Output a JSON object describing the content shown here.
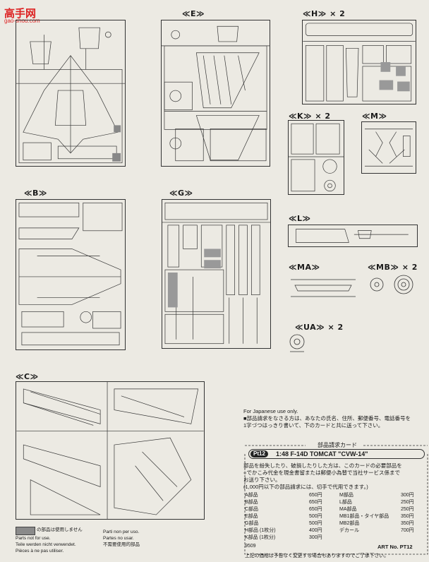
{
  "watermark": {
    "logo_text": "高手网",
    "url": "gao-shou.com"
  },
  "labels": {
    "E": "≪E≫",
    "H": "≪H≫ × 2",
    "K": "≪K≫ × 2",
    "M": "≪M≫",
    "B": "≪B≫",
    "G": "≪G≫",
    "L": "≪L≫",
    "MA": "≪MA≫",
    "MB": "≪MB≫ × 2",
    "UA": "≪UA≫ × 2",
    "C": "≪C≫"
  },
  "japanese_note": {
    "header": "For Japanese use only.",
    "line1": "■部品請求をなさる方は、あなたの氏名、住所、郵便番号、電話番号を",
    "line2": "1字づつはっきり書いて、下のカードと共に送って下さい。"
  },
  "order_card": {
    "heading": "部品請求カード",
    "badge": "Pt12",
    "title": "1:48 F-14D TOMCAT \"CVW-14\"",
    "body1": "部品を紛失したり、破損したりした方は、このカードの必要部品を",
    "body2": "○でかこみ代金を現金書留または郵便小為替で当社サービス係まで",
    "body3": "お送り下さい。",
    "body4": "(1,000円以下の部品請求には、切手で代用できます。)",
    "left_prices": [
      {
        "part": "A部品",
        "price": "650円"
      },
      {
        "part": "B部品",
        "price": "650円"
      },
      {
        "part": "C部品",
        "price": "650円"
      },
      {
        "part": "E部品",
        "price": "500円"
      },
      {
        "part": "G部品",
        "price": "500円"
      },
      {
        "part": "H部品 (1枚分)",
        "price": "400円"
      },
      {
        "part": "K部品 (1枚分)",
        "price": "300円"
      }
    ],
    "right_prices": [
      {
        "part": "M部品",
        "price": "300円"
      },
      {
        "part": "L部品",
        "price": "250円"
      },
      {
        "part": "MA部品",
        "price": "250円"
      },
      {
        "part": "MB1部品・タイヤ部品",
        "price": "350円"
      },
      {
        "part": "MB2部品",
        "price": "350円"
      },
      {
        "part": "デカール",
        "price": "700円"
      }
    ],
    "code": "9509",
    "art_no": "ART No. PT12",
    "footer": "上記の価格は予告なく変更する場合もありますのでご了承下さい。"
  },
  "legend": {
    "col1": [
      "の部品は使用しません",
      "Parts not for use.",
      "Teile werden nicht verwendet.",
      "Pièces à ne pas utiliser."
    ],
    "col2": [
      "Parti non per uso.",
      "Partes no usar.",
      "不需要使用的部品"
    ]
  }
}
